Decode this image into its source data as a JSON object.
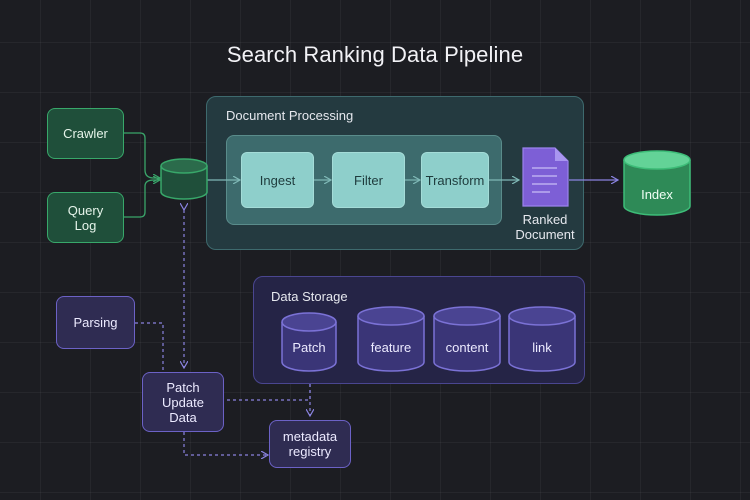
{
  "title": "Search Ranking Data Pipeline",
  "sources": {
    "crawler": "Crawler",
    "query_log": "Query\nLog"
  },
  "processing": {
    "label": "Document Processing",
    "steps": {
      "ingest": "Ingest",
      "filter": "Filter",
      "transform": "Transform"
    },
    "output": "Ranked\nDocument"
  },
  "index": "Index",
  "storage": {
    "label": "Data Storage",
    "stores": {
      "patch": "Patch",
      "feature": "feature",
      "content": "content",
      "link": "link"
    }
  },
  "parsing": "Parsing",
  "patch_update": "Patch\nUpdate\nData",
  "metadata_registry": "metadata\nregistry",
  "colors": {
    "background": "#1c1d22",
    "source_green": "#38a86a",
    "step_teal": "#8ecfcb",
    "storage_purple": "#6c62c6",
    "index_green": "#3dbd78",
    "document_violet": "#7d5fd6"
  },
  "icons": {
    "output_document": "document-icon"
  }
}
